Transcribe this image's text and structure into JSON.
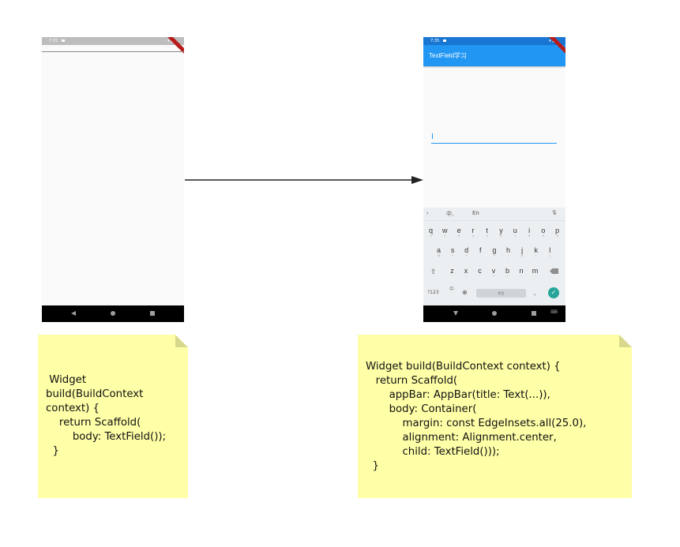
{
  "left_phone": {
    "status_time": "7:31"
  },
  "right_phone": {
    "status_time": "7:35",
    "appbar_title": "TextField学习",
    "keyboard": {
      "toolbar": {
        "expand": "›",
        "chinese": "中,",
        "english": "En",
        "mic": "🎙"
      },
      "row1": [
        {
          "k": "q",
          "s": "1"
        },
        {
          "k": "w",
          "s": "2"
        },
        {
          "k": "e",
          "s": "3"
        },
        {
          "k": "r",
          "s": "4"
        },
        {
          "k": "t",
          "s": "5"
        },
        {
          "k": "y",
          "s": "6"
        },
        {
          "k": "u",
          "s": "7"
        },
        {
          "k": "i",
          "s": "8"
        },
        {
          "k": "o",
          "s": "9"
        },
        {
          "k": "p",
          "s": "0"
        }
      ],
      "row2": [
        {
          "k": "a",
          "s": "@"
        },
        {
          "k": "s",
          "s": "*"
        },
        {
          "k": "d",
          "s": "+"
        },
        {
          "k": "f",
          "s": "-"
        },
        {
          "k": "g",
          "s": "="
        },
        {
          "k": "h",
          "s": "/"
        },
        {
          "k": "j",
          "s": "#"
        },
        {
          "k": "k",
          "s": "("
        },
        {
          "k": "l",
          "s": ")"
        }
      ],
      "row3": [
        {
          "k": "z",
          "s": "'"
        },
        {
          "k": "x",
          "s": ":"
        },
        {
          "k": "c",
          "s": "\""
        },
        {
          "k": "v",
          "s": "?"
        },
        {
          "k": "b",
          "s": "!"
        },
        {
          "k": "n",
          "s": "~"
        },
        {
          "k": "m",
          "s": "…"
        }
      ],
      "numbers_key": "?123",
      "symbol_key": "☺,",
      "globe": "⊕",
      "space_label": "拼音",
      "period": "。",
      "done": "✓"
    }
  },
  "notes": {
    "left_code": " Widget\nbuild(BuildContext\ncontext) {\n    return Scaffold(\n        body: TextField());\n  }",
    "right_code": "Widget build(BuildContext context) {\n   return Scaffold(\n       appBar: AppBar(title: Text(...)),\n       body: Container(\n           margin: const EdgeInsets.all(25.0),\n           alignment: Alignment.center,\n           child: TextField()));\n  }"
  },
  "colors": {
    "appbar": "#2196f3",
    "statusbar_right": "#1976d2",
    "statusbar_left": "#bdbdbd",
    "note": "#ffffa8",
    "arrow": "#222222"
  }
}
